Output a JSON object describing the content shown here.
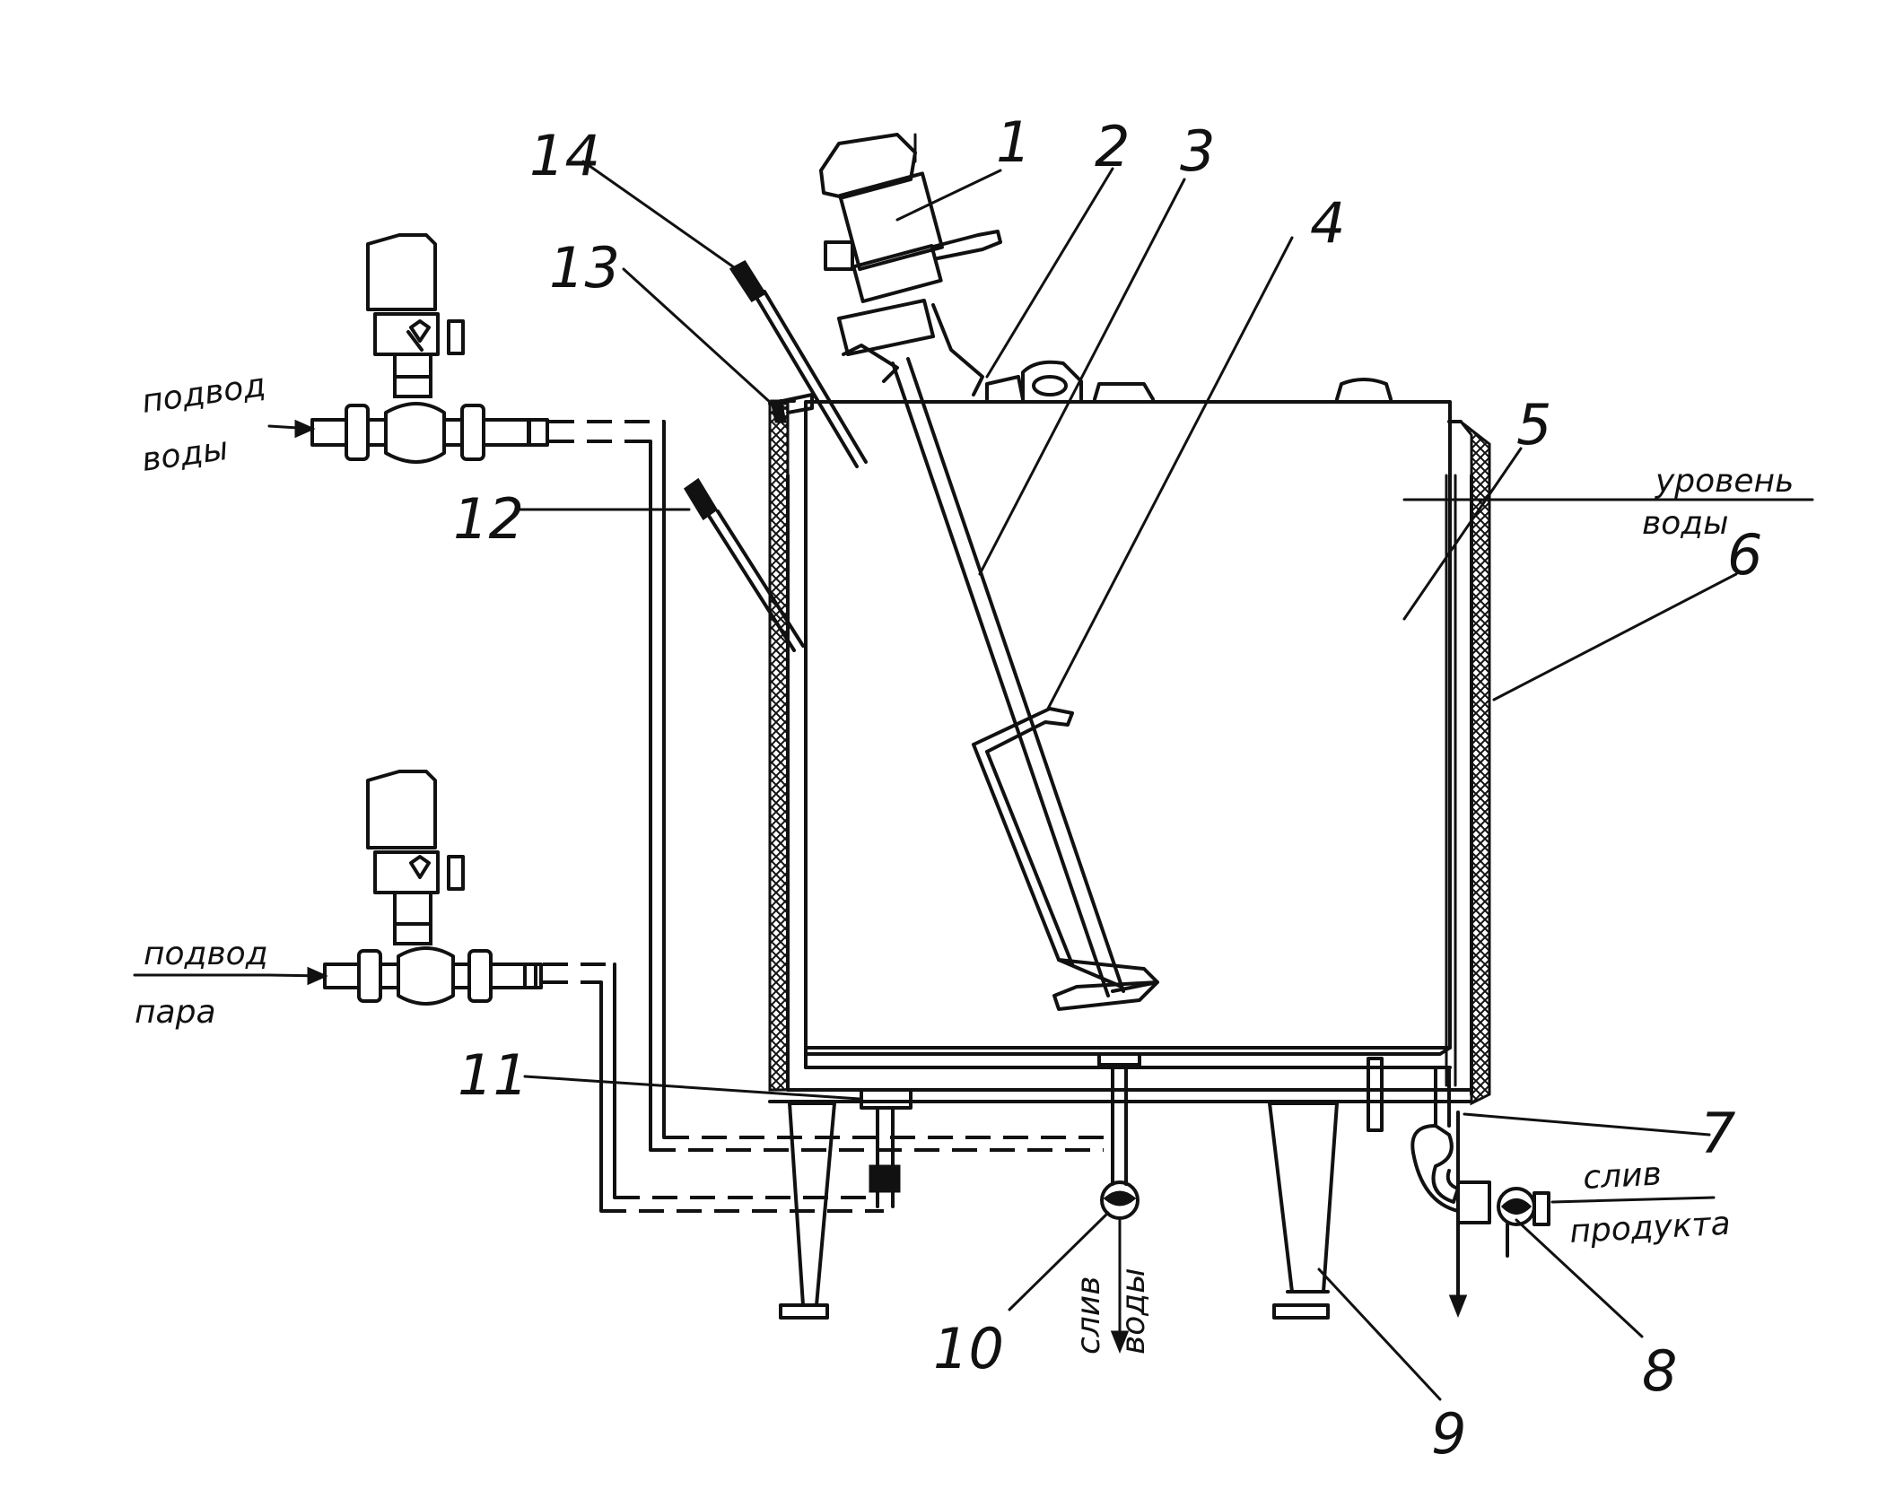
{
  "callouts": [
    "1",
    "2",
    "3",
    "4",
    "5",
    "6",
    "7",
    "8",
    "9",
    "10",
    "11",
    "12",
    "13",
    "14"
  ],
  "captions": {
    "water_in_1": "подвод",
    "water_in_2": "воды",
    "steam_in_1": "подвод",
    "steam_in_2": "пара",
    "water_level_1": "уровень",
    "water_level_2": "воды",
    "product_drain_1": "слив",
    "product_drain_2": "продукта",
    "water_drain_1": "слив",
    "water_drain_2": "воды"
  }
}
